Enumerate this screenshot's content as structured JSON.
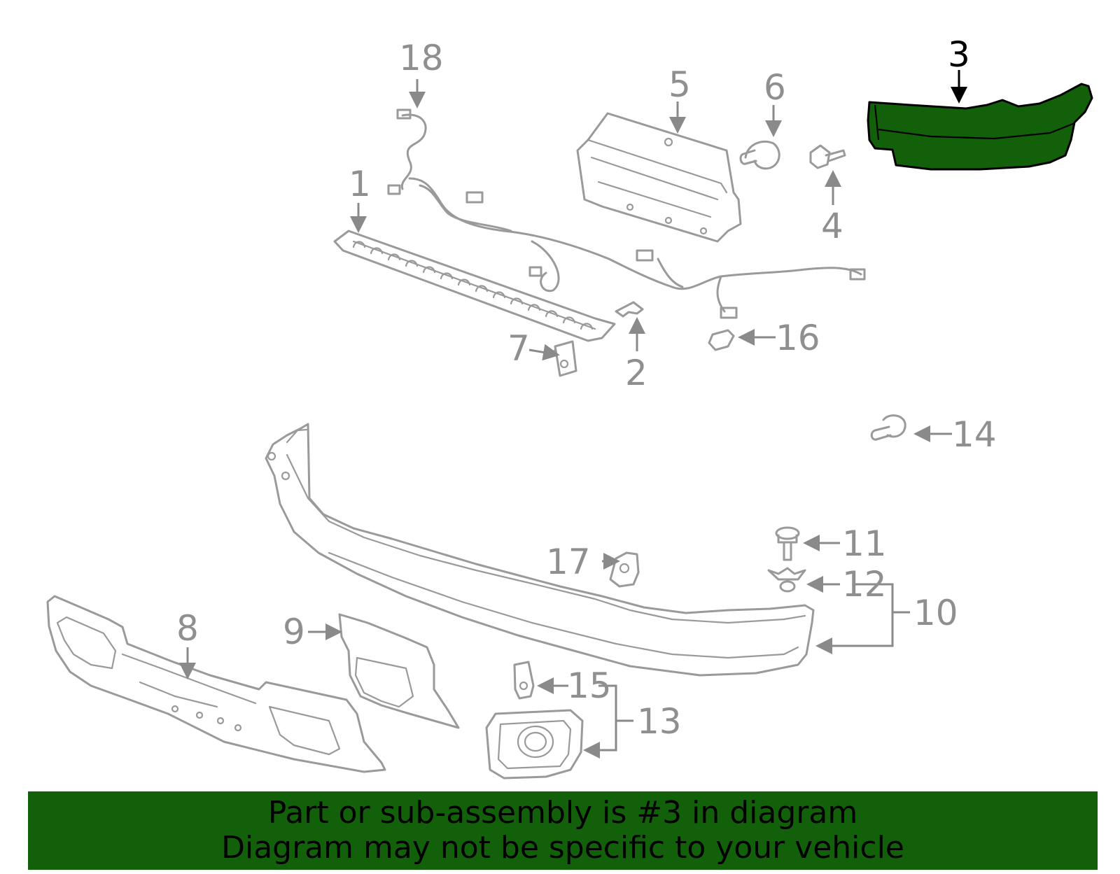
{
  "callouts": {
    "c1": "1",
    "c2": "2",
    "c3": "3",
    "c4": "4",
    "c5": "5",
    "c6": "6",
    "c7": "7",
    "c8": "8",
    "c9": "9",
    "c10": "10",
    "c11": "11",
    "c12": "12",
    "c13": "13",
    "c14": "14",
    "c15": "15",
    "c16": "16",
    "c17": "17",
    "c18": "18"
  },
  "highlight": {
    "callout": "3",
    "color": "#12610a"
  },
  "banner": {
    "line1": "Part or sub-assembly is #3 in diagram",
    "line2": "Diagram may not be specific to your vehicle",
    "color": "#12610a"
  }
}
